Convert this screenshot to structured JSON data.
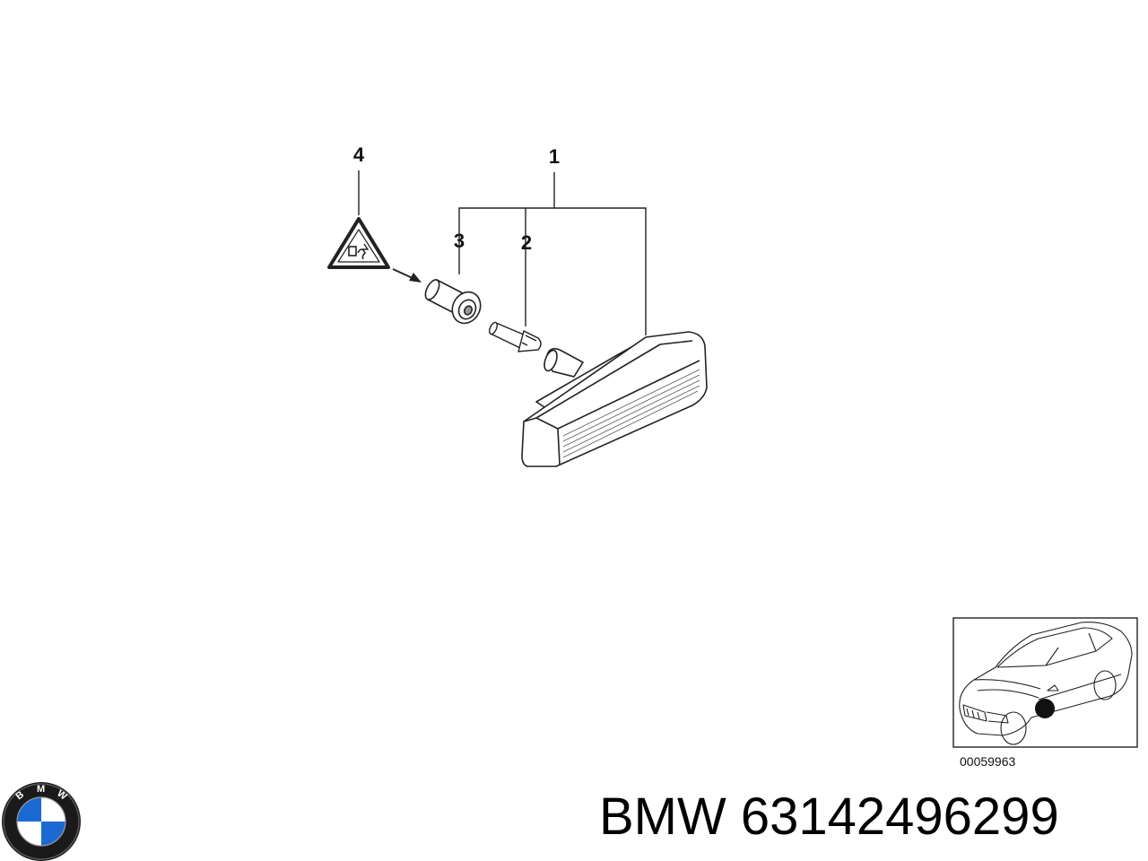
{
  "diagram": {
    "callouts": {
      "c1": "1",
      "c2": "2",
      "c3": "3",
      "c4": "4"
    },
    "inset": {
      "code": "00059963"
    }
  },
  "logo": {
    "letters": [
      "B",
      "M",
      "W"
    ],
    "colors": {
      "ring": "#1a1a1a",
      "blue": "#1c69d4",
      "white": "#ffffff"
    }
  },
  "footer": {
    "brand": "BMW",
    "part_number": "63142496299"
  },
  "icons": [
    "warning-triangle-icon",
    "arrow-icon",
    "bmw-logo-icon"
  ]
}
